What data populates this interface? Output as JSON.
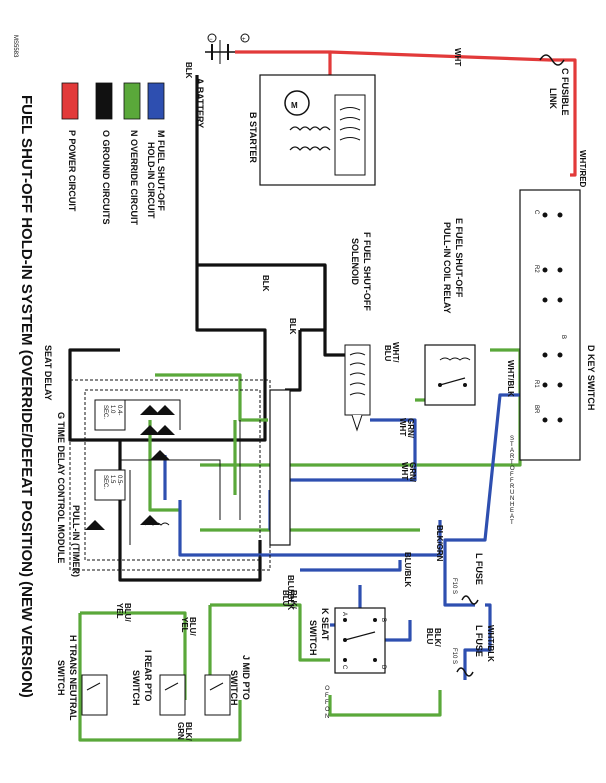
{
  "figure_id": "MS5583",
  "title": "FUEL SHUT-OFF HOLD-IN SYSTEM (OVERRIDE/DEFEAT POSITION) (NEW VERSION)",
  "battery": {
    "letter": "A",
    "label": "BATTERY",
    "neg": "−",
    "pos": "+",
    "wire": "BLK"
  },
  "starter": {
    "letter": "B",
    "label": "STARTER",
    "motor": "M"
  },
  "fusible_link": {
    "letter": "C",
    "label_1": "FUSIBLE",
    "label_2": "LINK"
  },
  "key_switch": {
    "letter": "D",
    "label": "KEY SWITCH",
    "terminals": [
      "C",
      "R2",
      "B",
      "R1",
      "BR"
    ],
    "positions": [
      "S",
      "T",
      "A",
      "R",
      "T",
      "O",
      "F",
      "F",
      "R",
      "U",
      "N",
      "H",
      "E",
      "A",
      "T"
    ]
  },
  "relay": {
    "letter": "E",
    "label_1": "FUEL SHUT-OFF",
    "label_2": "PULL-IN COIL RELAY"
  },
  "solenoid": {
    "letter": "F",
    "label_1": "FUEL SHUT-OFF",
    "label_2": "SOLENOID"
  },
  "module": {
    "letter": "G",
    "label": "TIME DELAY CONTROL MODULE",
    "seat_delay": "SEAT DELAY",
    "pull_in": "PULL-IN (TIMER)",
    "delay_1": [
      "0.4-",
      "1.0",
      "SEC."
    ],
    "delay_2": [
      "0.5-",
      "1.5",
      "SEC."
    ]
  },
  "trans_switch": {
    "letter": "H",
    "label_1": "TRANS NEUTRAL",
    "label_2": "SWITCH"
  },
  "rear_pto": {
    "letter": "I",
    "label_1": "REAR PTO",
    "label_2": "SWITCH"
  },
  "mid_pto": {
    "letter": "J",
    "label_1": "MID PTO",
    "label_2": "SWITCH"
  },
  "seat_switch": {
    "letter": "K",
    "label_1": "SEAT",
    "label_2": "SWITCH",
    "terminals": [
      "A",
      "B",
      "C",
      "D"
    ],
    "states": [
      "O",
      "F",
      "F",
      "O",
      "N"
    ]
  },
  "fuses": [
    {
      "letter": "L",
      "label": "FUSE",
      "rating": "F10 S"
    },
    {
      "letter": "L",
      "label": "FUSE",
      "rating": "F10 S"
    }
  ],
  "wires": {
    "wht": "WHT",
    "wht_red": "WHT/RED",
    "blk": "BLK",
    "wht_blu": [
      "WHT/",
      "BLU"
    ],
    "grn_wht": [
      "GRN/",
      "WHT"
    ],
    "wht_blk": "WHT/BLK",
    "blk_grn": "BLK/GRN",
    "blu_blk": "BLU/BLK",
    "blu_yel": [
      "BLU/",
      "YEL"
    ],
    "blk_blu": [
      "BLK/",
      "BLU"
    ],
    "blk_grn_2": [
      "BLK/",
      "GRN"
    ]
  },
  "legend": [
    {
      "letter": "M",
      "label_1": "FUEL SHUT-OFF",
      "label_2": "HOLD-IN CIRCUIT",
      "color": "#2e4fb0"
    },
    {
      "letter": "N",
      "label_1": "OVERRIDE CIRCUIT",
      "label_2": "",
      "color": "#5aa83a"
    },
    {
      "letter": "O",
      "label_1": "GROUND CIRCUITS",
      "label_2": "",
      "color": "#111111"
    },
    {
      "letter": "P",
      "label_1": "POWER CIRCUIT",
      "label_2": "",
      "color": "#e23a3a"
    }
  ]
}
